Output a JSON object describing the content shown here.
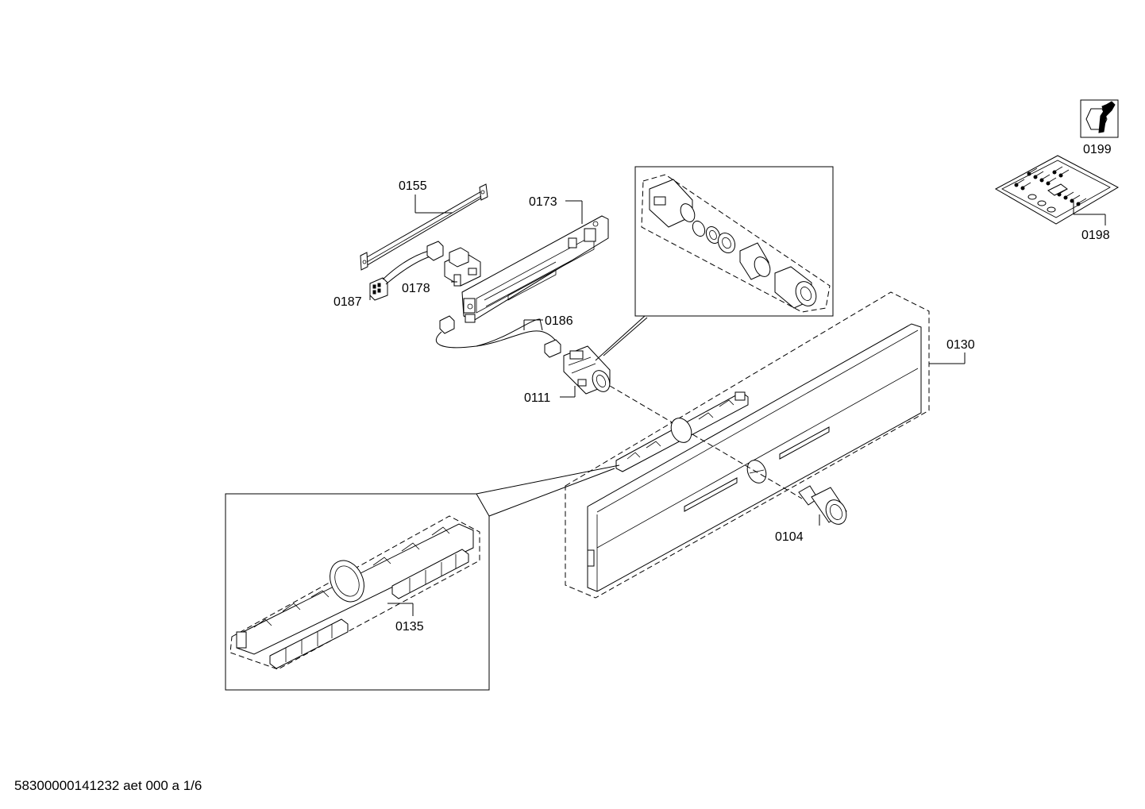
{
  "labels": {
    "p0155": "0155",
    "p0173": "0173",
    "p0178": "0178",
    "p0187": "0187",
    "p0186": "0186",
    "p0111": "0111",
    "p0130": "0130",
    "p0104": "0104",
    "p0135": "0135",
    "p0199": "0199",
    "p0198": "0198"
  },
  "footer": {
    "document_id": "58300000141232 aet 000 a 1/6"
  },
  "icons": {
    "tool_symbol": "nut-and-wrench-icon",
    "screw_bag": "screw-bag-icon"
  }
}
